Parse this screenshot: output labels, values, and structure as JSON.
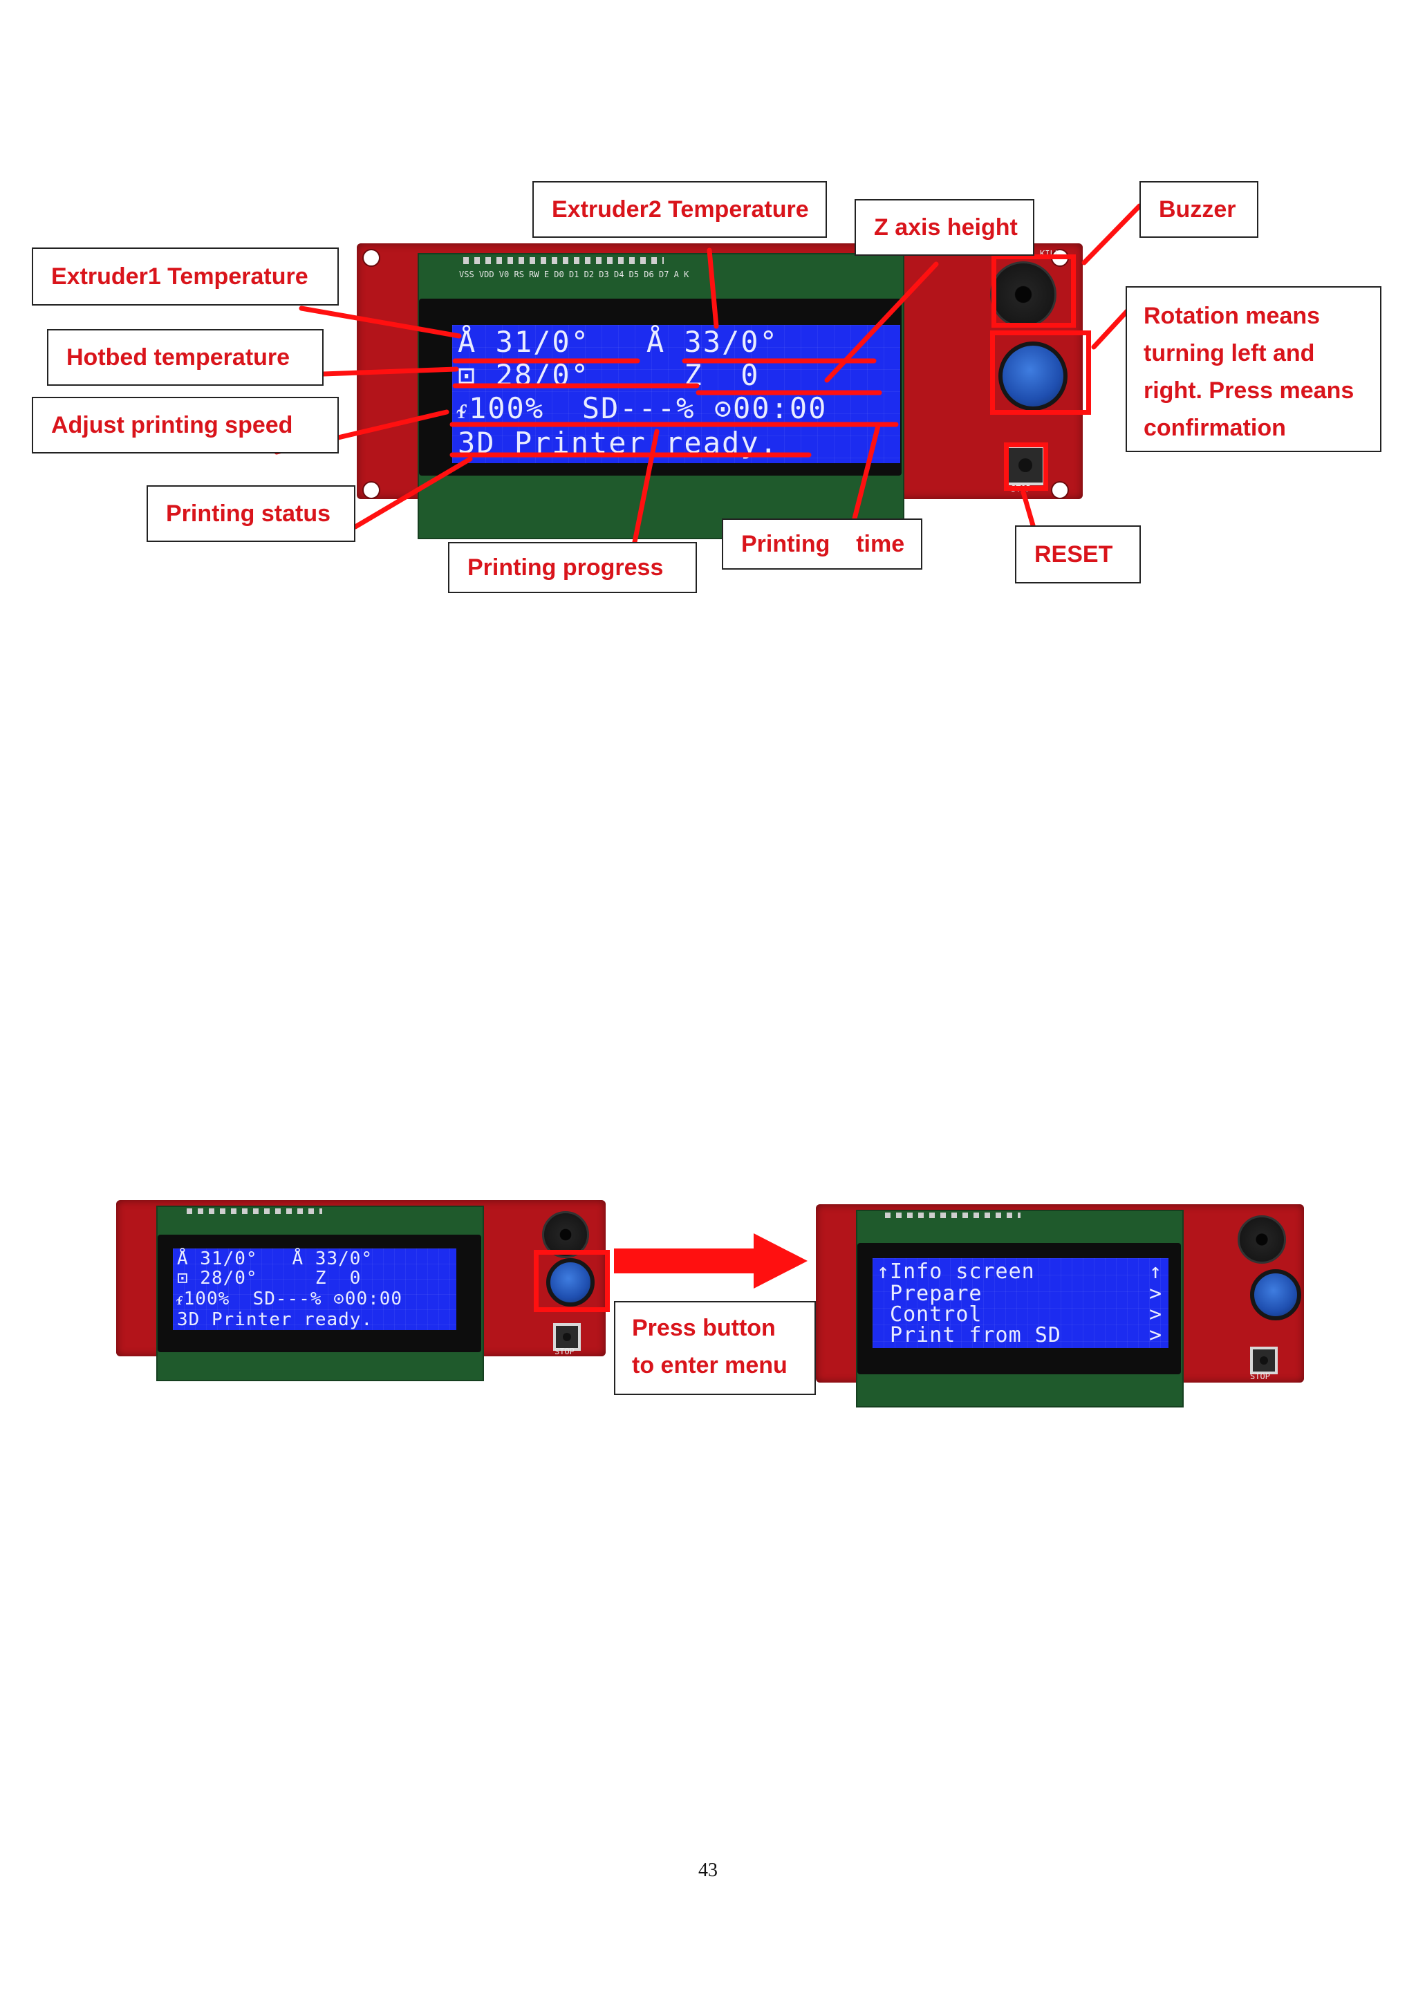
{
  "annotations": {
    "extruder1_temperature": "Extruder1 Temperature",
    "extruder2_temperature": "Extruder2 Temperature",
    "z_axis_height": "Z axis height",
    "buzzer": "Buzzer",
    "hotbed_temperature": "Hotbed temperature",
    "adjust_printing_speed": "Adjust printing speed",
    "printing_status": "Printing status",
    "printing_progress": "Printing progress",
    "printing_time": "Printing    time",
    "reset": "RESET",
    "rotation_note": "Rotation means turning left and right. Press means confirmation",
    "press_button_note": "Press button to enter menu"
  },
  "status_screen": {
    "line1": "Å 31/0°   Å 33/0°",
    "line2": "⊡ 28/0°     Z  0",
    "line3": "ᵳ100%  SD---% ⊙00:00",
    "line4": "3D Printer ready."
  },
  "menu_screen": {
    "item1": "↑Info screen",
    "item2": " Prepare",
    "item3": " Control",
    "item4": " Print from SD",
    "arrow_up": "↑",
    "arrow_right": ">"
  },
  "board": {
    "stop_label": "STOP",
    "kill_label": "KILL",
    "pin_header_label": "VSS VDD V0 RS RW E D0 D1 D2 D3 D4 D5 D6 D7 A K"
  },
  "page_number": "43",
  "colors": {
    "annotation_text": "#d9141b",
    "leader_line": "#ff1010",
    "lcd_background": "#1c2cf0",
    "board": "#b3141a"
  }
}
